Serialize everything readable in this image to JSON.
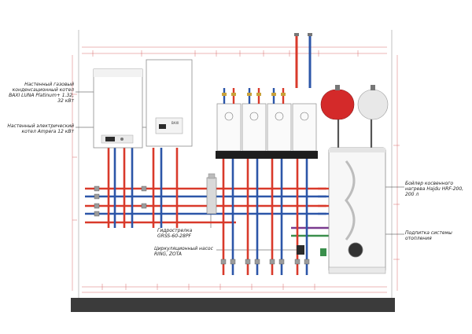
{
  "labels": {
    "gas_boiler": [
      "Настенный газовый",
      "конденсационный котел",
      "BAXI LUNA Platinum+ 1.32,",
      "32 кВт"
    ],
    "electric_boiler": [
      "Настенный электрический",
      "котел Ampera 12 кВт"
    ],
    "indirect_boiler": [
      "Бойлер косвенного",
      "нагрева Hajdu HRF-200,",
      "200 л"
    ],
    "heating_supply": [
      "Подпитка системы",
      "отопления"
    ],
    "hydro_arrow": [
      "Гидрострелка",
      "GRSS-60-28PF"
    ],
    "circ_pump": [
      "Циркуляционный насос",
      "RING, ZOTA"
    ]
  },
  "device": {
    "electric_boiler_brand": "BAXI"
  },
  "colors": {
    "hot": "#d93a2b",
    "cold": "#2c56a8",
    "purple": "#7a3b8f",
    "green": "#3a8f4c",
    "tank_red": "#d42a2a",
    "tank_white": "#e8e8e8",
    "dim_line": "#d86b6b",
    "floor": "#3b3b3b"
  }
}
